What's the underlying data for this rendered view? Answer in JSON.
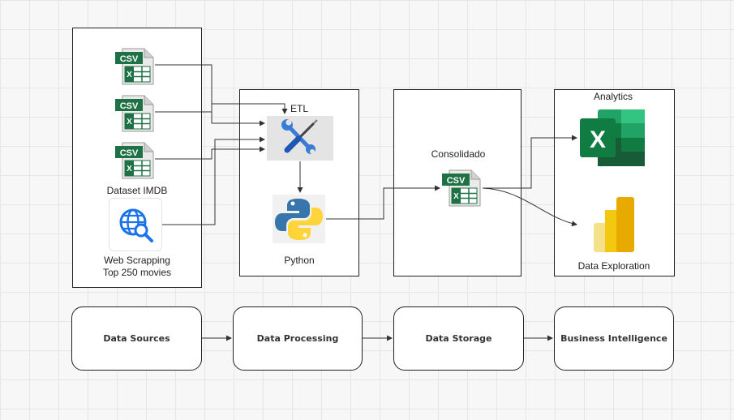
{
  "sources": {
    "dataset_label": "Dataset IMDB",
    "web_label_line1": "Web Scrapping",
    "web_label_line2": "Top 250 movies",
    "csv_text": "CSV"
  },
  "processing": {
    "etl_label": "ETL",
    "python_label": "Python"
  },
  "storage": {
    "label": "Consolidado",
    "csv_text": "CSV"
  },
  "bi": {
    "analytics_label": "Analytics",
    "exploration_label": "Data Exploration",
    "excel_letter": "X"
  },
  "stages": [
    {
      "label": "Data Sources"
    },
    {
      "label": "Data Processing"
    },
    {
      "label": "Data Storage"
    },
    {
      "label": "Business Intelligence"
    }
  ],
  "icons": {
    "csv": "csv-file-icon",
    "web": "web-search-icon",
    "etl": "tools-icon",
    "python": "python-icon",
    "excel": "excel-icon",
    "powerbi": "power-bi-icon"
  },
  "colors": {
    "excel_green": "#107c41",
    "excel_dark": "#185c37",
    "csv_green": "#1e7145",
    "python_blue": "#3776ab",
    "python_yellow": "#ffd43b",
    "powerbi_yellow": "#f2c811",
    "web_blue": "#1a73e8",
    "tool_blue": "#3a7bd5"
  }
}
